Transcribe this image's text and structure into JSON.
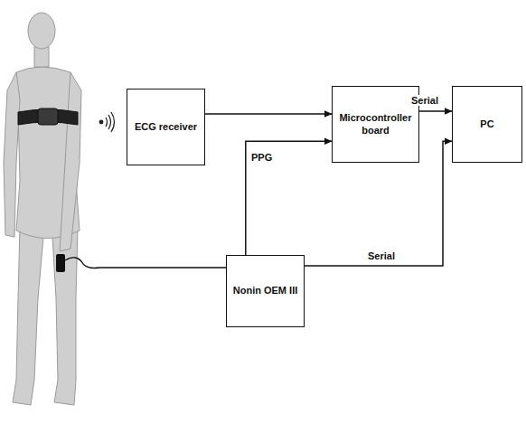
{
  "diagram": {
    "nodes": [
      {
        "text": [
          "ECG receiver"
        ]
      },
      {
        "text": [
          "Microcontroller board"
        ]
      },
      {
        "text": [
          "PC"
        ]
      },
      {
        "text": [
          "Nonin OEM III"
        ]
      }
    ],
    "edges": [
      {
        "from": 0,
        "to": 1,
        "arrow": "to"
      },
      {
        "from": 3,
        "to": 1,
        "label": "PPG",
        "arrow": "to"
      },
      {
        "from": 1,
        "to": 2,
        "label": "Serial",
        "arrow": "to"
      },
      {
        "from": 3,
        "to": 2,
        "label": "Serial",
        "arrow": "to"
      }
    ]
  }
}
